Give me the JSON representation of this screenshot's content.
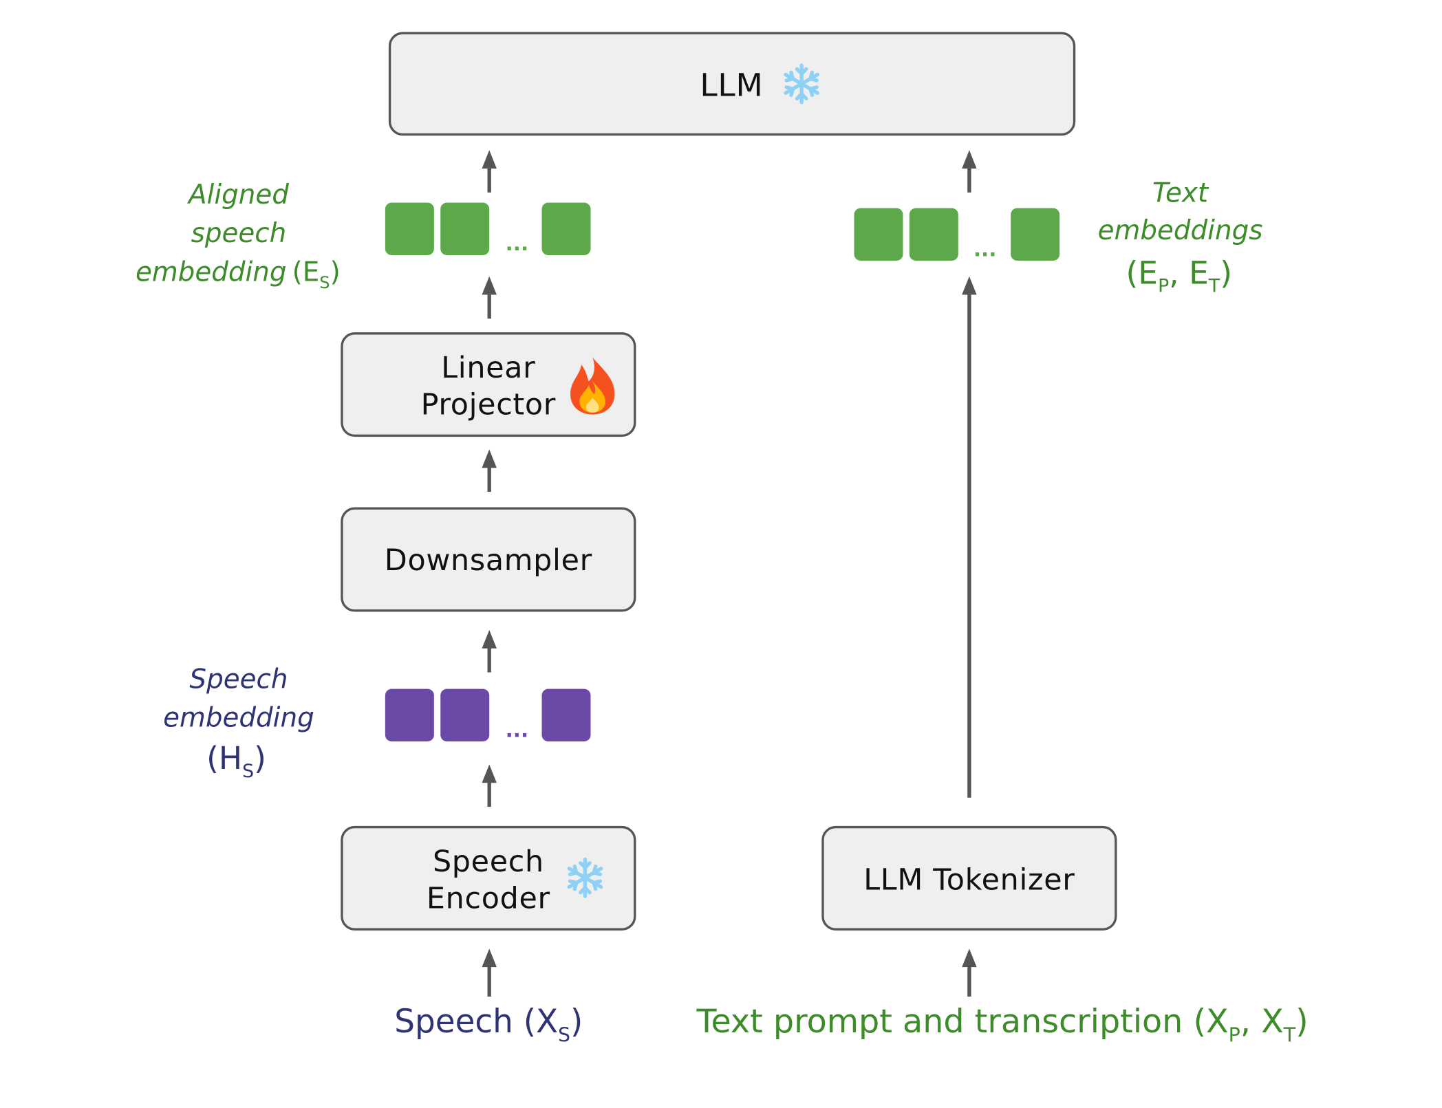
{
  "diagram": {
    "boxes": {
      "llm": "LLM",
      "linear_projector": [
        "Linear",
        "Projector"
      ],
      "downsampler": "Downsampler",
      "speech_encoder": [
        "Speech",
        "Encoder"
      ],
      "llm_tokenizer": "LLM Tokenizer"
    },
    "labels": {
      "aligned_speech_embedding": [
        "Aligned",
        "speech",
        "embedding"
      ],
      "aligned_symbol": "(E",
      "aligned_sub": "S",
      "aligned_close": ")",
      "speech_embedding": [
        "Speech",
        "embedding"
      ],
      "speech_embedding_symbol": "(H",
      "speech_embedding_sub": "S",
      "speech_embedding_close": ")",
      "text_embeddings": [
        "Text",
        "embeddings"
      ],
      "text_embeddings_open": "(E",
      "text_embeddings_sub1": "P",
      "text_embeddings_mid": ", E",
      "text_embeddings_sub2": "T",
      "text_embeddings_close": ")",
      "speech_input": "Speech (X",
      "speech_input_sub": "S",
      "speech_input_close": ")",
      "text_input": "Text prompt and transcription  (X",
      "text_input_sub1": "P",
      "text_input_mid": ", X",
      "text_input_sub2": "T",
      "text_input_close": ")"
    },
    "ellipsis": "...",
    "icons": {
      "frozen": "snowflake-icon",
      "trainable": "fire-icon"
    },
    "colors": {
      "embedding_green": "#5ca84b",
      "embedding_purple": "#6a4aa6",
      "label_green": "#3c8c2a",
      "label_purple": "#2e3373",
      "box_fill": "#efefef",
      "snowflake": "#8fd1f5"
    }
  }
}
